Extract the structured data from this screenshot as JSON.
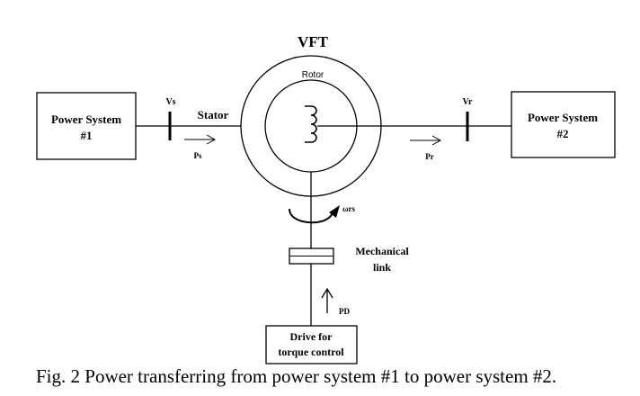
{
  "diagram": {
    "title": "VFT",
    "rotor_label": "Rotor",
    "stator_label": "Stator",
    "left_box": {
      "line1": "Power System",
      "line2": "#1"
    },
    "right_box": {
      "line1": "Power System",
      "line2": "#2"
    },
    "left_bus_label": "Vs",
    "right_bus_label": "Vr",
    "left_power_label": "Ps",
    "right_power_label": "Pr",
    "speed_label": "ωrs",
    "mechanical_link": {
      "line1": "Mechanical",
      "line2": "link"
    },
    "drive_power_label": "PD",
    "drive_box": {
      "line1": "Drive for",
      "line2": "torque control"
    }
  },
  "caption": "Fig. 2 Power transferring from power system #1 to power system #2."
}
